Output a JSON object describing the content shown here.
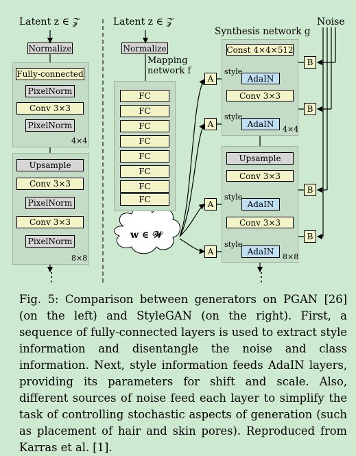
{
  "left": {
    "latent_label": "Latent z ∈ 𝒵",
    "normalize": "Normalize",
    "block1": {
      "items": [
        "Fully-connected",
        "PixelNorm",
        "Conv 3×3",
        "PixelNorm"
      ],
      "res": "4×4"
    },
    "block2": {
      "items": [
        "Upsample",
        "Conv 3×3",
        "PixelNorm",
        "Conv 3×3",
        "PixelNorm"
      ],
      "res": "8×8"
    },
    "ellipsis": "⋮"
  },
  "mapping": {
    "latent_label": "Latent z ∈ 𝒵",
    "normalize": "Normalize",
    "label_line1": "Mapping",
    "label_line2": "network f",
    "fc_label": "FC",
    "w_label": "w ∈ 𝒲"
  },
  "synthesis": {
    "title": "Synthesis network g",
    "noise_label": "Noise",
    "const": "Const 4×4×512",
    "adain": "AdaIN",
    "conv": "Conv 3×3",
    "upsample": "Upsample",
    "style": "style",
    "a": "A",
    "b": "B",
    "plus": "+",
    "res1": "4×4",
    "res2": "8×8",
    "ellipsis": "⋮"
  },
  "caption": {
    "text": "Fig. 5: Comparison between generators on PGAN [26] (on the left) and StyleGAN (on the right). First, a sequence of fully-connected layers is used to extract style information and disentangle the noise and class information. Next, style information feeds AdaIN layers, providing its parameters for shift and scale. Also, different sources of noise feed each layer to simplify the task of controlling stochastic aspects of generation (such as placement of hair and skin pores). Reproduced from Karras et al. [1]."
  }
}
